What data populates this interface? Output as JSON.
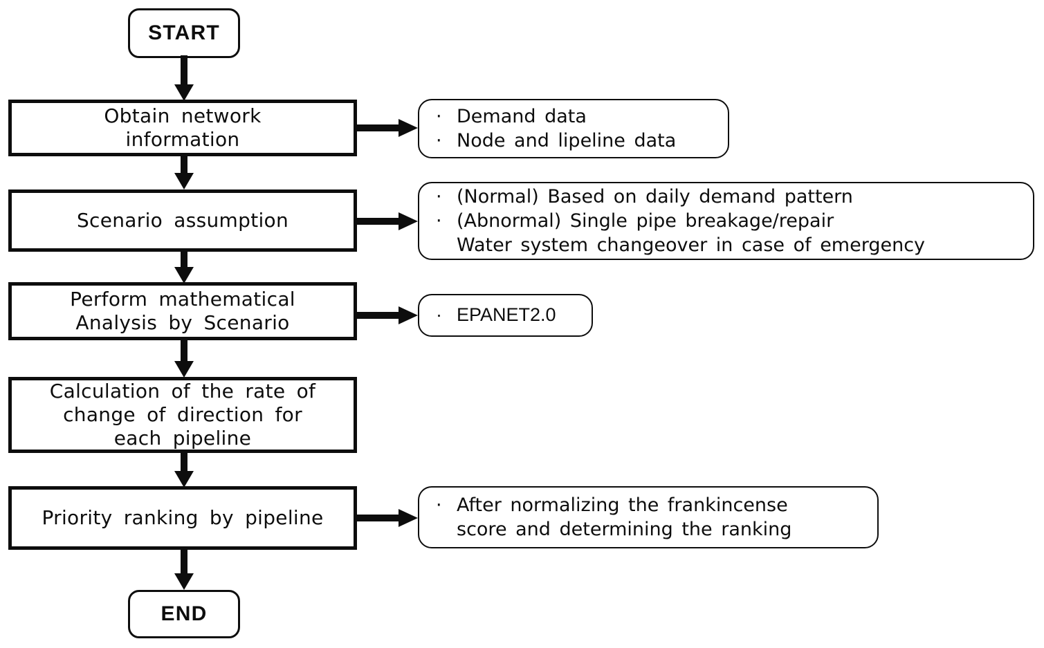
{
  "diagram": {
    "title": "Pipeline priority ranking analysis flowchart",
    "line_color": "#0d0d0d",
    "background": "#ffffff"
  },
  "terminators": {
    "start": "START",
    "end": "END"
  },
  "process_steps": [
    {
      "id": "obtain-network-information",
      "label": "Obtain network\ninformation"
    },
    {
      "id": "scenario-assumption",
      "label": "Scenario assumption"
    },
    {
      "id": "perform-mathematical-analysis",
      "label": "Perform mathematical\nAnalysis by Scenario"
    },
    {
      "id": "calculation-rate-of-change",
      "label": "Calculation of the rate of\nchange of direction for\neach pipeline"
    },
    {
      "id": "priority-ranking-by-pipeline",
      "label": "Priority ranking by pipeline"
    }
  ],
  "notes": [
    {
      "id": "note-network-data",
      "bullet": "·",
      "items": [
        "Demand data",
        "Node and lipeline data"
      ]
    },
    {
      "id": "note-scenarios",
      "bullet": "·",
      "items": [
        "(Normal) Based on daily demand pattern",
        "(Abnormal) Single pipe breakage/repair\nWater system changeover in case of emergency"
      ]
    },
    {
      "id": "note-software",
      "bullet": "·",
      "items": [
        "EPANET2.0"
      ]
    },
    {
      "id": "note-ranking-method",
      "bullet": "·",
      "items": [
        "After normalizing the frankincense\nscore and determining the ranking"
      ]
    }
  ],
  "connectors": [
    {
      "id": "start-to-obtain",
      "direction": "down",
      "from": "start",
      "to": "obtain-network-information"
    },
    {
      "id": "obtain-to-scenario",
      "direction": "down",
      "from": "obtain-network-information",
      "to": "scenario-assumption"
    },
    {
      "id": "scenario-to-perform",
      "direction": "down",
      "from": "scenario-assumption",
      "to": "perform-mathematical-analysis"
    },
    {
      "id": "perform-to-calculation",
      "direction": "down",
      "from": "perform-mathematical-analysis",
      "to": "calculation-rate-of-change"
    },
    {
      "id": "calculation-to-priority",
      "direction": "down",
      "from": "calculation-rate-of-change",
      "to": "priority-ranking-by-pipeline"
    },
    {
      "id": "priority-to-end",
      "direction": "down",
      "from": "priority-ranking-by-pipeline",
      "to": "end"
    },
    {
      "id": "obtain-to-note",
      "direction": "right",
      "from": "obtain-network-information",
      "to": "note-network-data"
    },
    {
      "id": "scenario-to-note",
      "direction": "right",
      "from": "scenario-assumption",
      "to": "note-scenarios"
    },
    {
      "id": "perform-to-note",
      "direction": "right",
      "from": "perform-mathematical-analysis",
      "to": "note-software"
    },
    {
      "id": "priority-to-note",
      "direction": "right",
      "from": "priority-ranking-by-pipeline",
      "to": "note-ranking-method"
    }
  ]
}
